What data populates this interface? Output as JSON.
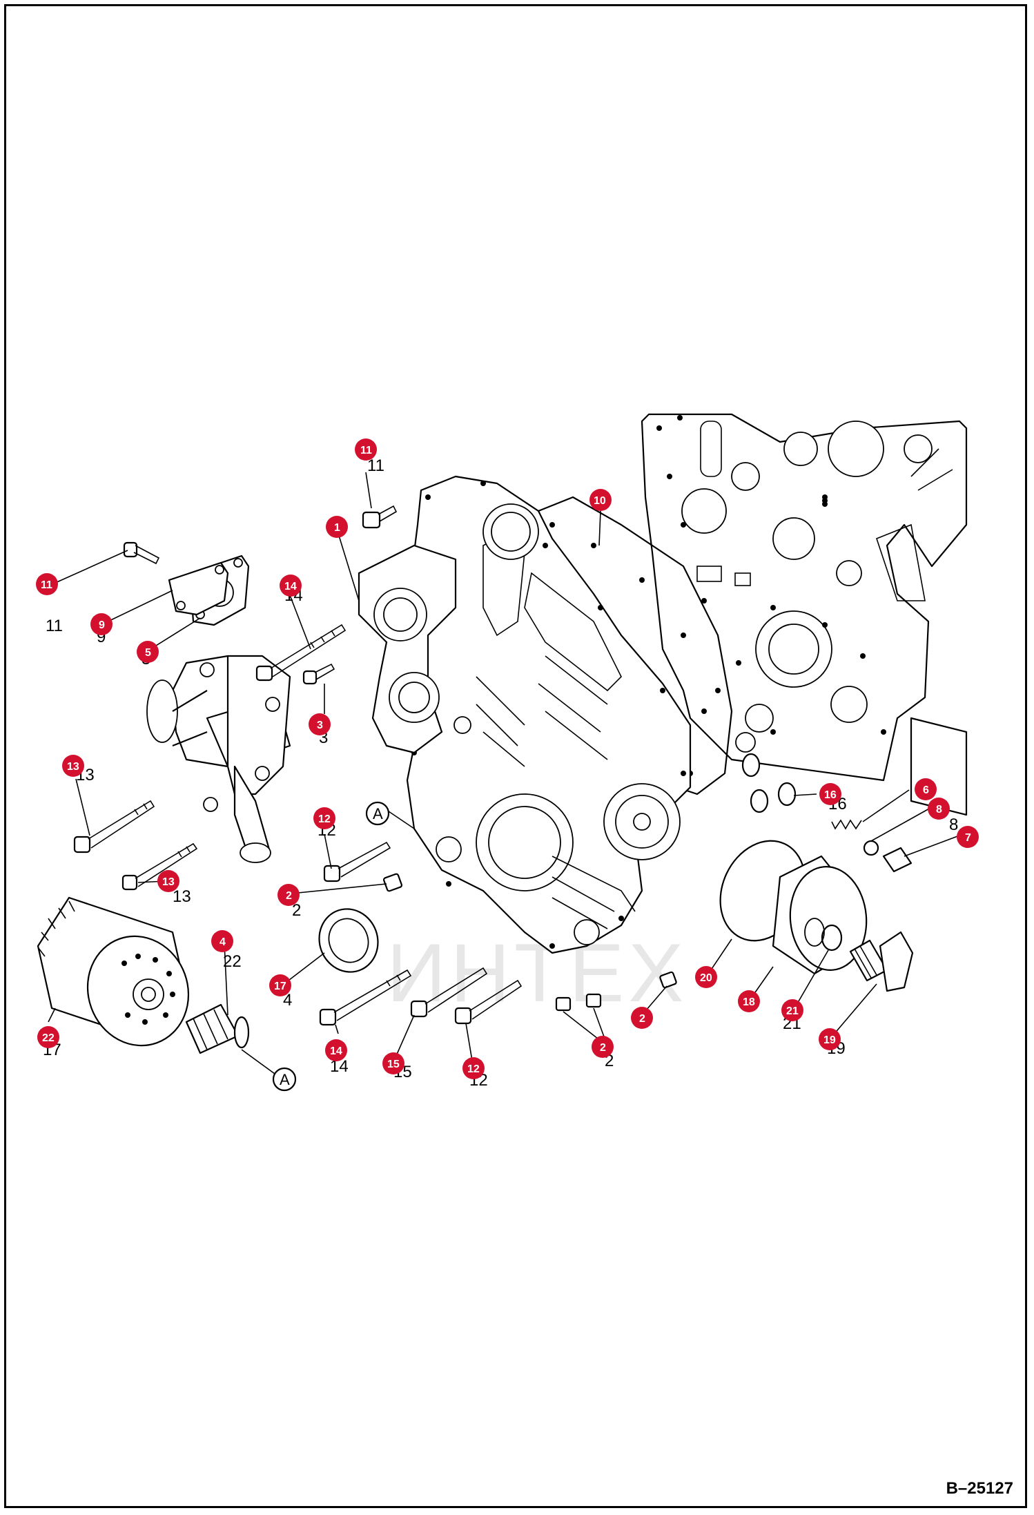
{
  "figure_id": "B–25127",
  "watermark_text": "ИНТЕХ",
  "reference_label": "A",
  "accent_color": "#d3112e",
  "callouts": [
    {
      "id": "c11a",
      "label": "11"
    },
    {
      "id": "c10",
      "label": "10"
    },
    {
      "id": "c1",
      "label": "1"
    },
    {
      "id": "c11b",
      "label": "11"
    },
    {
      "id": "c9",
      "label": "9"
    },
    {
      "id": "c5",
      "label": "5"
    },
    {
      "id": "c14a",
      "label": "14"
    },
    {
      "id": "c3",
      "label": "3"
    },
    {
      "id": "c13a",
      "label": "13"
    },
    {
      "id": "c13b",
      "label": "13"
    },
    {
      "id": "c12a",
      "label": "12"
    },
    {
      "id": "c2a",
      "label": "2"
    },
    {
      "id": "c16",
      "label": "16"
    },
    {
      "id": "c6",
      "label": "6"
    },
    {
      "id": "c8",
      "label": "8"
    },
    {
      "id": "c7",
      "label": "7"
    },
    {
      "id": "c4",
      "label": "4"
    },
    {
      "id": "c17",
      "label": "17"
    },
    {
      "id": "c22",
      "label": "22"
    },
    {
      "id": "c14b",
      "label": "14"
    },
    {
      "id": "c15",
      "label": "15"
    },
    {
      "id": "c12b",
      "label": "12"
    },
    {
      "id": "c2b",
      "label": "2"
    },
    {
      "id": "c2c",
      "label": "2"
    },
    {
      "id": "c20",
      "label": "20"
    },
    {
      "id": "c18",
      "label": "18"
    },
    {
      "id": "c21",
      "label": "21"
    },
    {
      "id": "c19",
      "label": "19"
    }
  ]
}
